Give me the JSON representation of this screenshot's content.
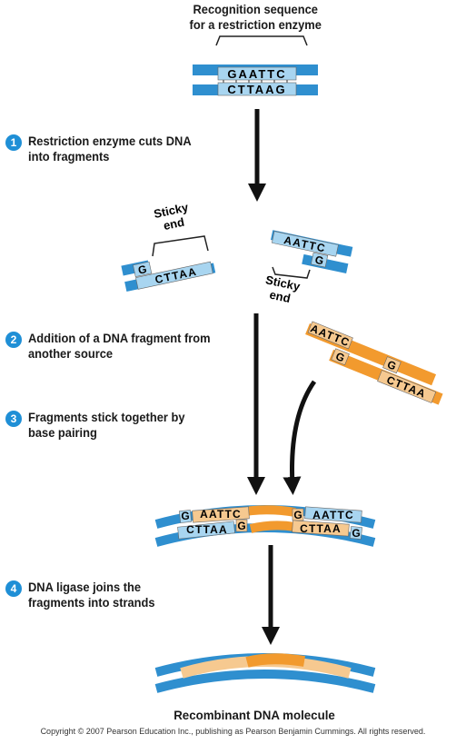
{
  "header": {
    "line1": "Recognition sequence",
    "line2": "for a restriction enzyme"
  },
  "recognition": {
    "top": "GAATTC",
    "bottom": "CTTAAG"
  },
  "steps": [
    {
      "num": "1",
      "text": "Restriction enzyme cuts DNA\ninto fragments"
    },
    {
      "num": "2",
      "text": "Addition of a DNA fragment from\nanother source"
    },
    {
      "num": "3",
      "text": "Fragments stick together by\nbase pairing"
    },
    {
      "num": "4",
      "text": "DNA ligase joins the\nfragments into strands"
    }
  ],
  "sticky_label_1": [
    "Sticky",
    "end"
  ],
  "sticky_label_2": [
    "Sticky",
    "end"
  ],
  "fragment_left": {
    "top": "G",
    "bottom": "CTTAA"
  },
  "fragment_right": {
    "top": "AATTC",
    "bottom": "G"
  },
  "fragment_orange": {
    "top1": "AATTC",
    "bottom1": "G",
    "top2": "G",
    "bottom2": "CTTAA"
  },
  "recombinant_labels": {
    "g1": "G",
    "aattc1": "AATTC",
    "cttaa1": "CTTAA",
    "g2": "G",
    "g3": "G",
    "aattc2": "AATTC",
    "cttaa2": "CTTAA",
    "g4": "G"
  },
  "bottom_title": "Recombinant DNA molecule",
  "copyright": "Copyright © 2007 Pearson Education Inc., publishing as Pearson Benjamin Cummings. All rights reserved.",
  "colors": {
    "blue_dark": "#2f8fcf",
    "blue_light": "#a8d5f0",
    "orange": "#f29a2e",
    "peach": "#f6c990",
    "step_circle": "#1f8fd6"
  }
}
